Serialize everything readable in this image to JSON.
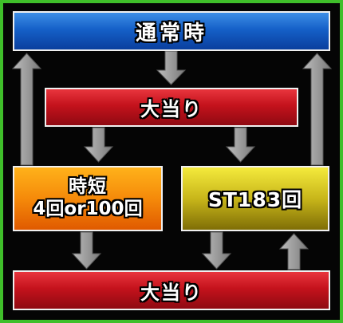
{
  "diagram": {
    "normal": "通常時",
    "jackpot_top": "大当り",
    "jitan": {
      "line1": "時短",
      "line2": "4回or100回"
    },
    "st": "ST183回",
    "jackpot_bottom": "大当り"
  },
  "colors": {
    "frame": "#3fbf2a",
    "normal": "#1560c8",
    "jackpot": "#c4121c",
    "jitan": "#f58a0a",
    "st": "#c8b61a",
    "arrow": "#a8a8a8"
  }
}
